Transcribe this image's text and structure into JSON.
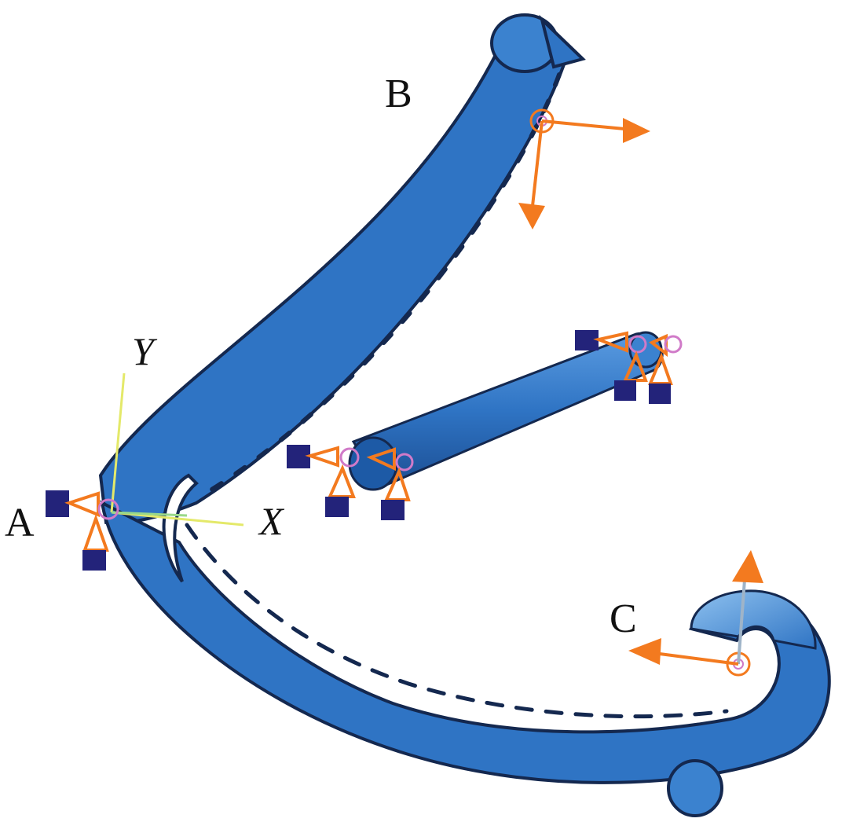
{
  "labels": {
    "point_a": "A",
    "point_b": "B",
    "point_c": "C",
    "axis_x": "X",
    "axis_y": "Y"
  },
  "colors": {
    "part_blue": "#2f74c4",
    "part_edge": "#14284f",
    "part_highlight": "#5a9be0",
    "load_arrow": "#f37a1f",
    "constraint_navy": "#23237a",
    "constraint_pink": "#d07ac8",
    "axis_line": "#e4e96a",
    "axis_x_line": "#9ad88a"
  },
  "icons": {
    "boundary_condition": "triangle-constraint-icon",
    "load": "force-arrow-icon"
  }
}
